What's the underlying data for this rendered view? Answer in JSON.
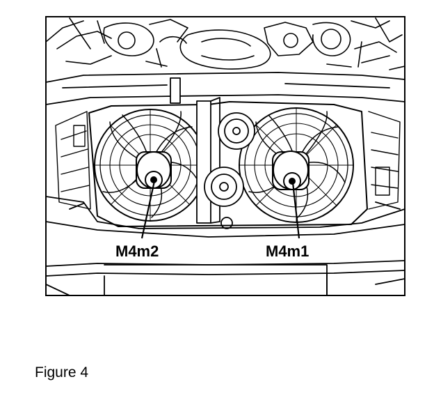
{
  "figure": {
    "caption": "Figure 4",
    "callouts": {
      "left_fan_motor": "M4m2",
      "right_fan_motor": "M4m1"
    }
  },
  "colors": {
    "ink": "#000000",
    "paper": "#ffffff"
  }
}
